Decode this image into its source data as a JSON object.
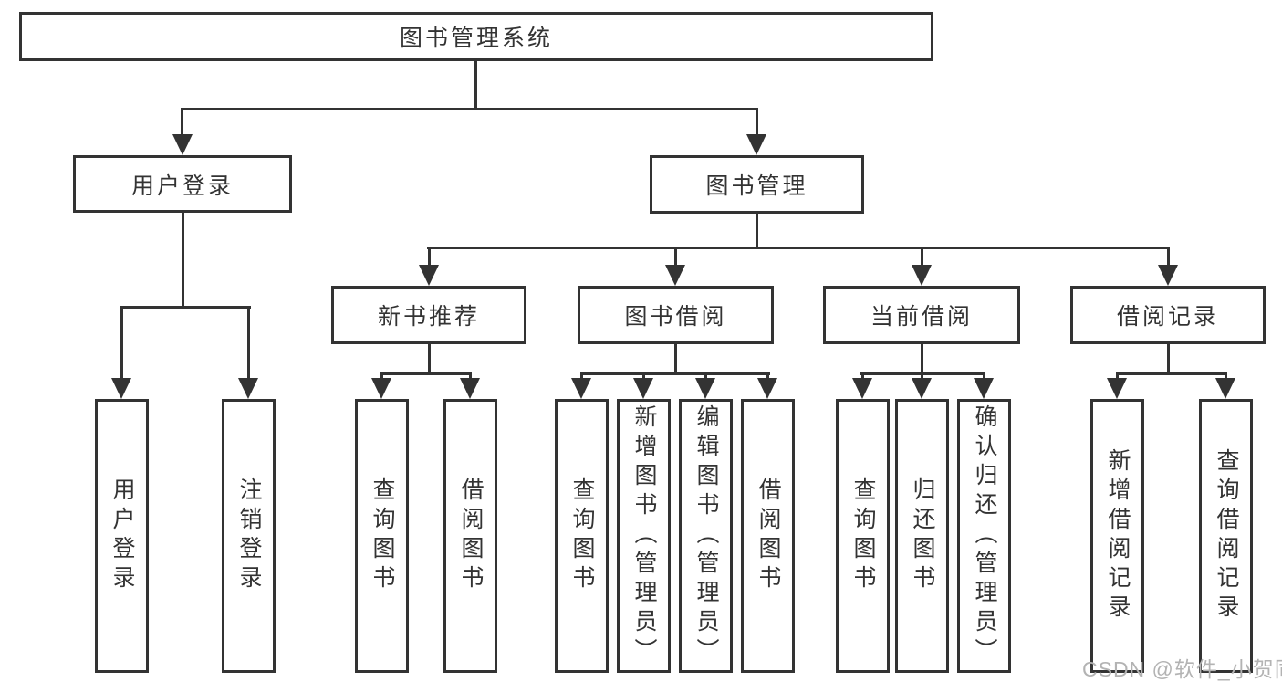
{
  "diagram": {
    "root": {
      "label": "图书管理系统"
    },
    "branches": [
      {
        "label": "用户登录",
        "children": [
          {
            "label": "用户登录"
          },
          {
            "label": "注销登录"
          }
        ]
      },
      {
        "label": "图书管理",
        "children": [
          {
            "label": "新书推荐",
            "children": [
              {
                "label": "查询图书"
              },
              {
                "label": "借阅图书"
              }
            ]
          },
          {
            "label": "图书借阅",
            "children": [
              {
                "label": "查询图书"
              },
              {
                "label": "新增图书（管理员）"
              },
              {
                "label": "编辑图书（管理员）"
              },
              {
                "label": "借阅图书"
              }
            ]
          },
          {
            "label": "当前借阅",
            "children": [
              {
                "label": "查询图书"
              },
              {
                "label": "归还图书"
              },
              {
                "label": "确认归还（管理员）"
              }
            ]
          },
          {
            "label": "借阅记录",
            "children": [
              {
                "label": "新增借阅记录"
              },
              {
                "label": "查询借阅记录"
              }
            ]
          }
        ]
      }
    ]
  },
  "watermark": {
    "text": "CSDN @软件_小贺同学"
  },
  "colors": {
    "line": "#333333",
    "text": "#333333",
    "background": "#ffffff",
    "watermark": "#b3b3b3"
  }
}
